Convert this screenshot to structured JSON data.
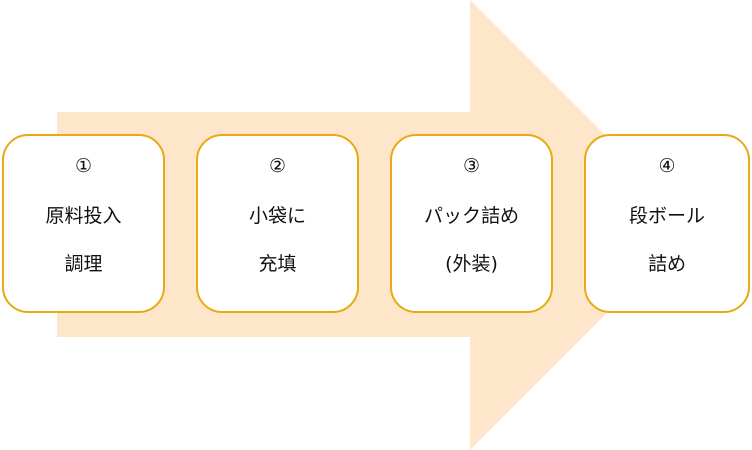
{
  "colors": {
    "arrow": "#fde6ca",
    "border": "#e8aa10"
  },
  "steps": [
    {
      "number": "①",
      "line1": "原料投入",
      "line2": "調理"
    },
    {
      "number": "②",
      "line1": "小袋に",
      "line2": "充填"
    },
    {
      "number": "③",
      "line1": "パック詰め",
      "line2": "(外装)"
    },
    {
      "number": "④",
      "line1": "段ボール",
      "line2": "詰め"
    }
  ]
}
